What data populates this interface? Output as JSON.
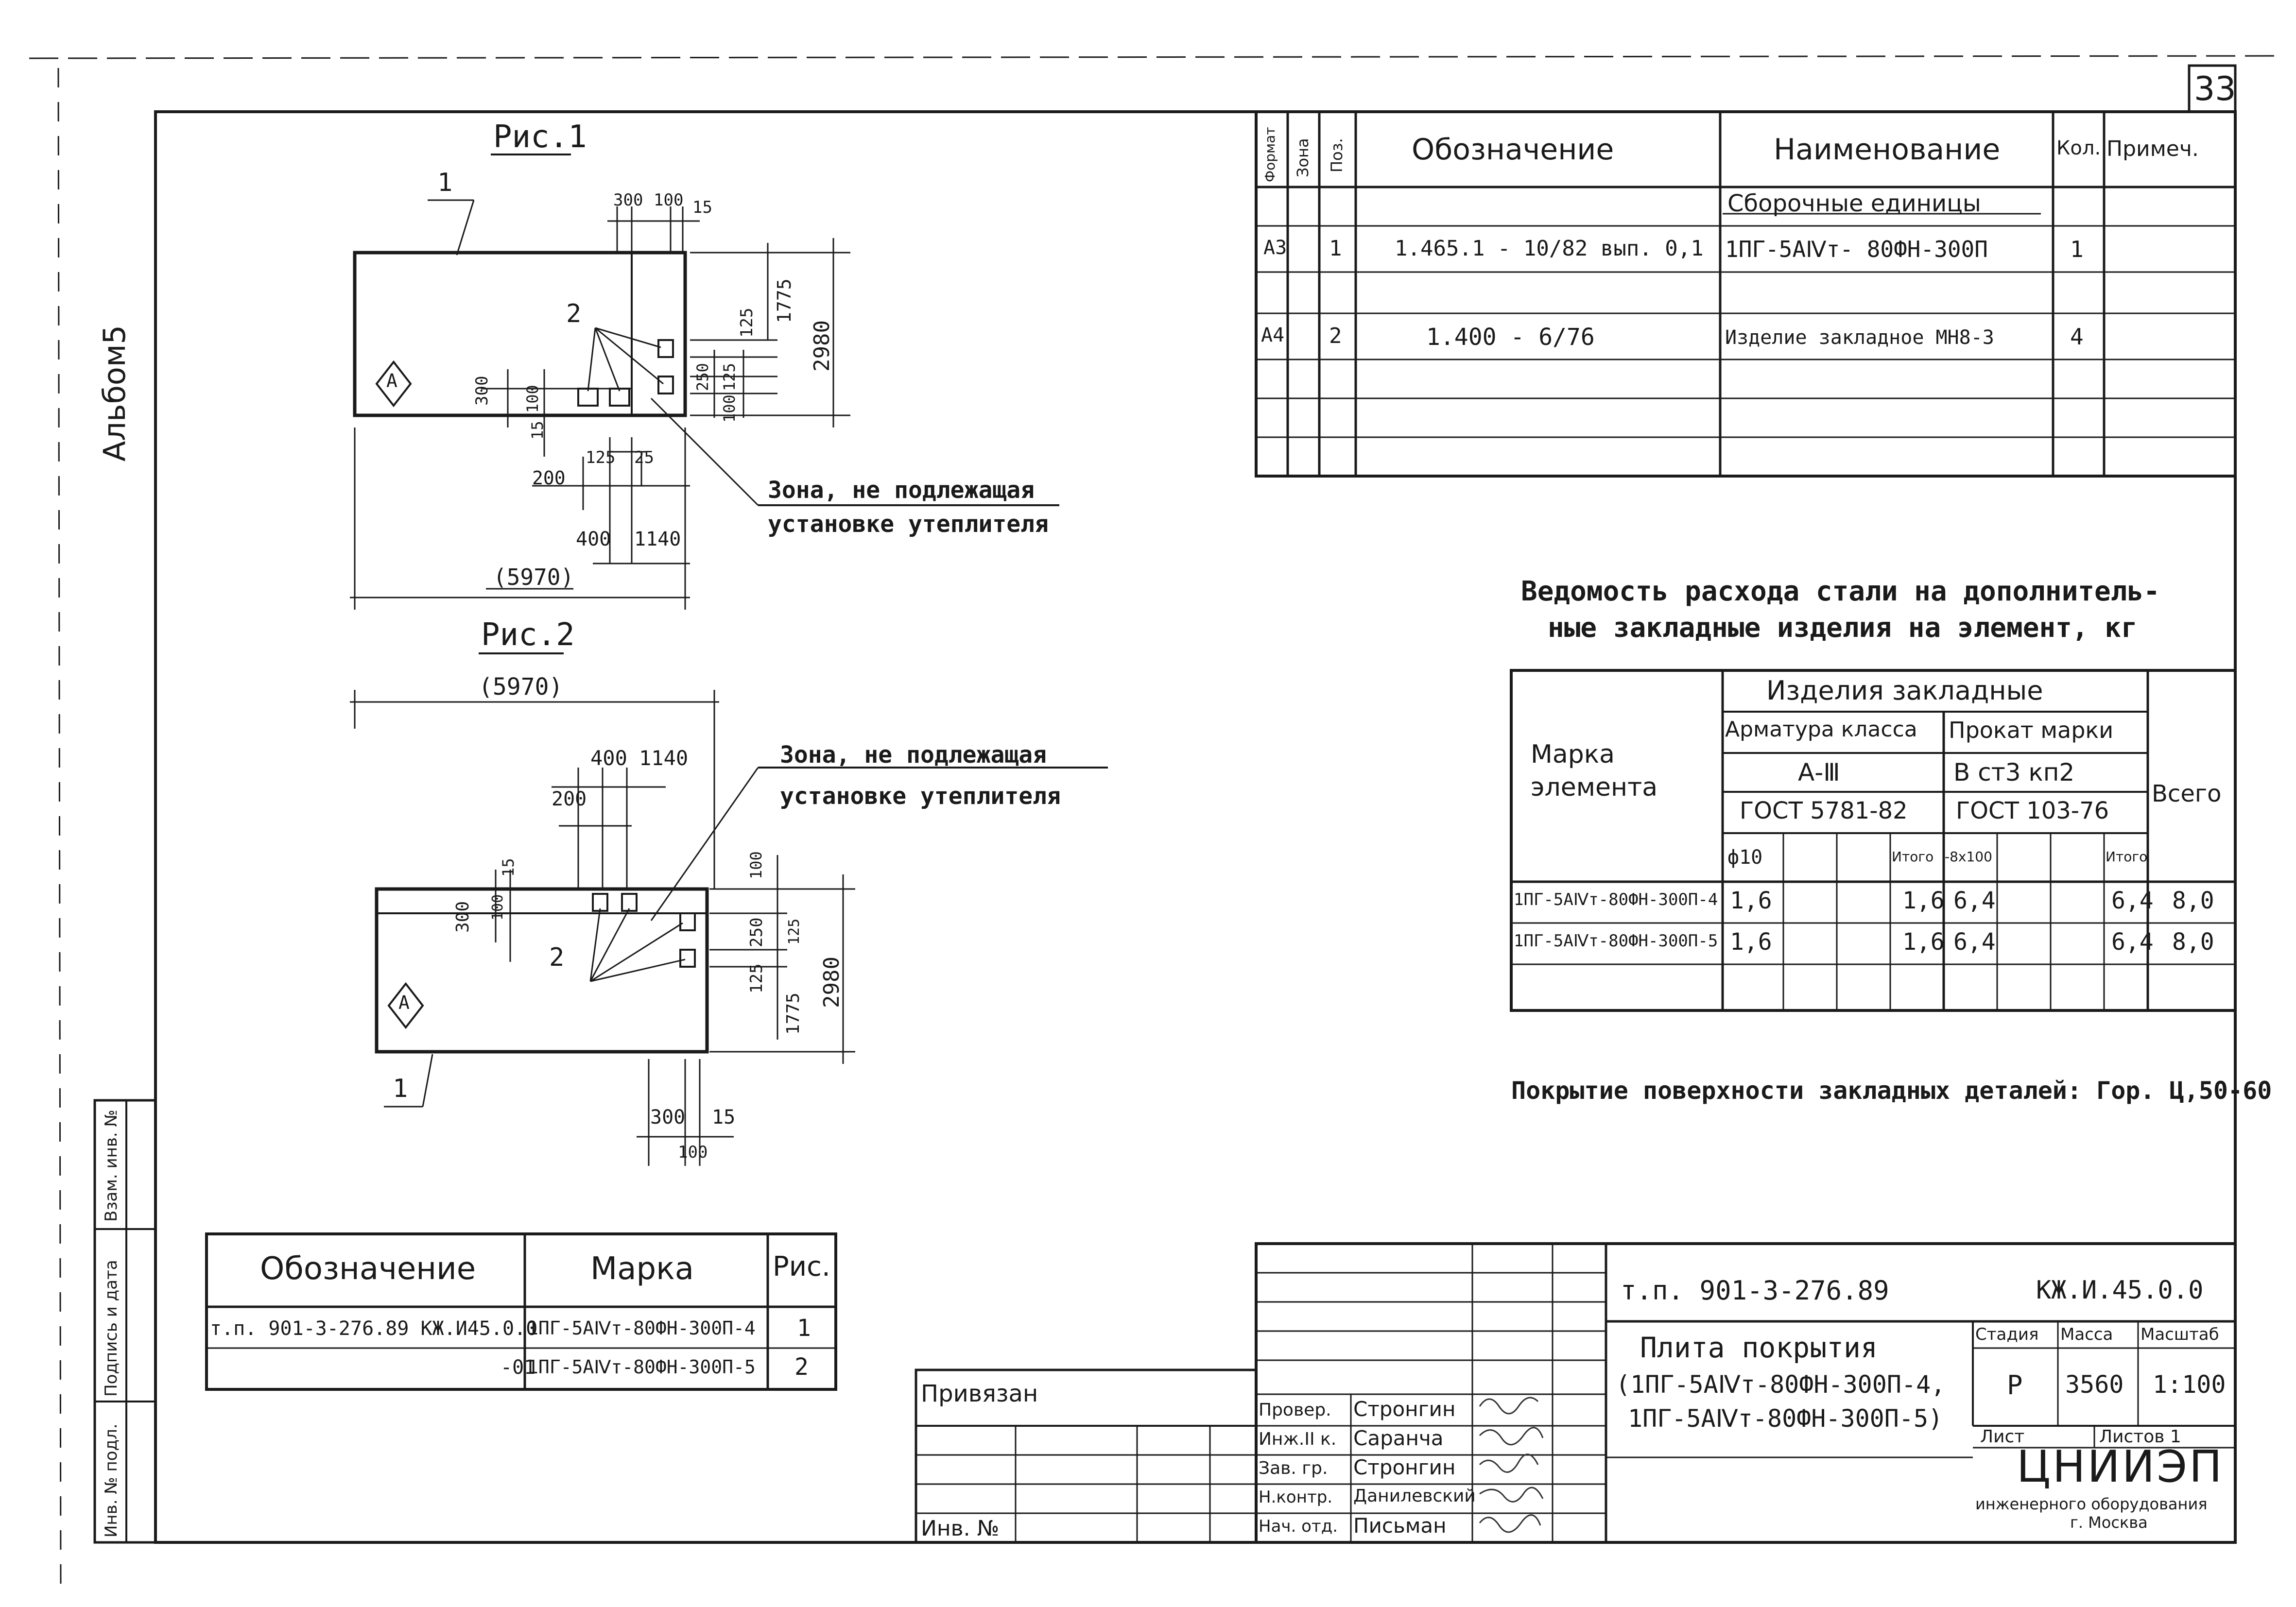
{
  "sheet_number": "33",
  "album": "Альбом5",
  "fig1": {
    "title": "Рис.1",
    "callout_1": "1",
    "callout_2": "2",
    "callout_a": "А",
    "dims": {
      "d300": "300",
      "d100": "100",
      "d15": "15",
      "d1775": "1775",
      "d125": "125",
      "d2980": "2980",
      "d250": "250",
      "d125b": "125",
      "d100b": "100",
      "d300v": "300",
      "d100v": "100",
      "d15v": "15",
      "d200": "200",
      "d125c": "125",
      "d25": "25",
      "d400": "400",
      "d1140": "1140",
      "d5970": "(5970)"
    },
    "zone_line1": "Зона, не подлежащая",
    "zone_line2": "установке утеплителя"
  },
  "fig2": {
    "title": "Рис.2",
    "callout_1": "1",
    "callout_2": "2",
    "callout_a": "А",
    "dims": {
      "d5970": "(5970)",
      "d400": "400",
      "d1140": "1140",
      "d200": "200",
      "d300v": "300",
      "d100v": "100",
      "d15v": "15",
      "d100r": "100",
      "d250": "250",
      "d125": "125",
      "d2980": "2980",
      "d125b": "125",
      "d1775": "1775",
      "d300": "300",
      "d15": "15",
      "d100": "100"
    },
    "zone_line1": "Зона, не подлежащая",
    "zone_line2": "установке утеплителя"
  },
  "spec_table": {
    "headers": {
      "format": "Формат",
      "zone": "Зона",
      "pos": "Поз.",
      "designation": "Обозначение",
      "name": "Наименование",
      "qty": "Кол.",
      "note": "Примеч."
    },
    "section": "Сборочные единицы",
    "rows": [
      {
        "format": "А3",
        "pos": "1",
        "designation": "1.465.1 - 10/82  вып. 0,1",
        "name": "1ПГ-5АⅣт- 80ФН-300П",
        "qty": "1"
      },
      {
        "format": "А4",
        "pos": "2",
        "designation": "1.400 - 6/76",
        "name": "Изделие закладное  МН8-3",
        "qty": "4"
      }
    ]
  },
  "steel": {
    "title_line1": "Ведомость расхода стали на дополнитель-",
    "title_line2": "ные закладные изделия на элемент, кг",
    "head": {
      "mark": "Марка элемента",
      "embedded": "Изделия закладные",
      "rebar": "Арматура класса",
      "rolled": "Прокат марки",
      "rebar_class": "А-Ⅲ",
      "rolled_grade": "В ст3 кп2",
      "gost1": "ГОСТ 5781-82",
      "gost2": "ГОСТ 103-76",
      "total": "Всего",
      "phi10": "ф10",
      "itogo1": "Итого",
      "strip": "-8х100",
      "itogo2": "Итого"
    },
    "rows": [
      {
        "mark": "1ПГ-5АⅣт-80ФН-300П-4",
        "phi10": "1,6",
        "itogo1": "1,6",
        "strip": "6,4",
        "itogo2": "6,4",
        "total": "8,0"
      },
      {
        "mark": "1ПГ-5АⅣт-80ФН-300П-5",
        "phi10": "1,6",
        "itogo1": "1,6",
        "strip": "6,4",
        "itogo2": "6,4",
        "total": "8,0"
      }
    ]
  },
  "coating": "Покрытие поверхности закладных деталей: Гор. Ц,50-60",
  "marks_table": {
    "headers": {
      "designation": "Обозначение",
      "mark": "Марка",
      "fig": "Рис."
    },
    "rows": [
      {
        "designation": "т.п. 901-3-276.89  КЖ.И45.0.0",
        "mark": "1ПГ-5АⅣт-80ФН-300П-4",
        "fig": "1"
      },
      {
        "designation": "-01",
        "mark": "1ПГ-5АⅣт-80ФН-300П-5",
        "fig": "2"
      }
    ]
  },
  "side_stamp": {
    "vzam": "Взам. инв. №",
    "podpis": "Подпись и дата",
    "inv": "Инв. № подл."
  },
  "privyazan": "Привязан",
  "inv_no": "Инв. №",
  "title_block": {
    "project": "т.п. 901-3-276.89",
    "code": "КЖ.И.45.0.0",
    "title_l1": "Плита  покрытия",
    "title_l2": "(1ПГ-5АⅣт-80ФН-300П-4,",
    "title_l3": "1ПГ-5АⅣт-80ФН-300П-5)",
    "stage_h": "Стадия",
    "mass_h": "Масса",
    "scale_h": "Масштаб",
    "stage": "Р",
    "mass": "3560",
    "scale": "1:100",
    "sheet_h": "Лист",
    "sheets_h": "Листов 1",
    "org1": "ЦНИИЭП",
    "org2": "инженерного оборудования",
    "org3": "г. Москва",
    "roles": [
      {
        "role": "Провер.",
        "name": "Стронгин"
      },
      {
        "role": "Инж.II к.",
        "name": "Саранча"
      },
      {
        "role": "Зав. гр.",
        "name": "Стронгин"
      },
      {
        "role": "Н.контр.",
        "name": "Данилевский"
      },
      {
        "role": "Нач. отд.",
        "name": "Письман"
      }
    ]
  }
}
